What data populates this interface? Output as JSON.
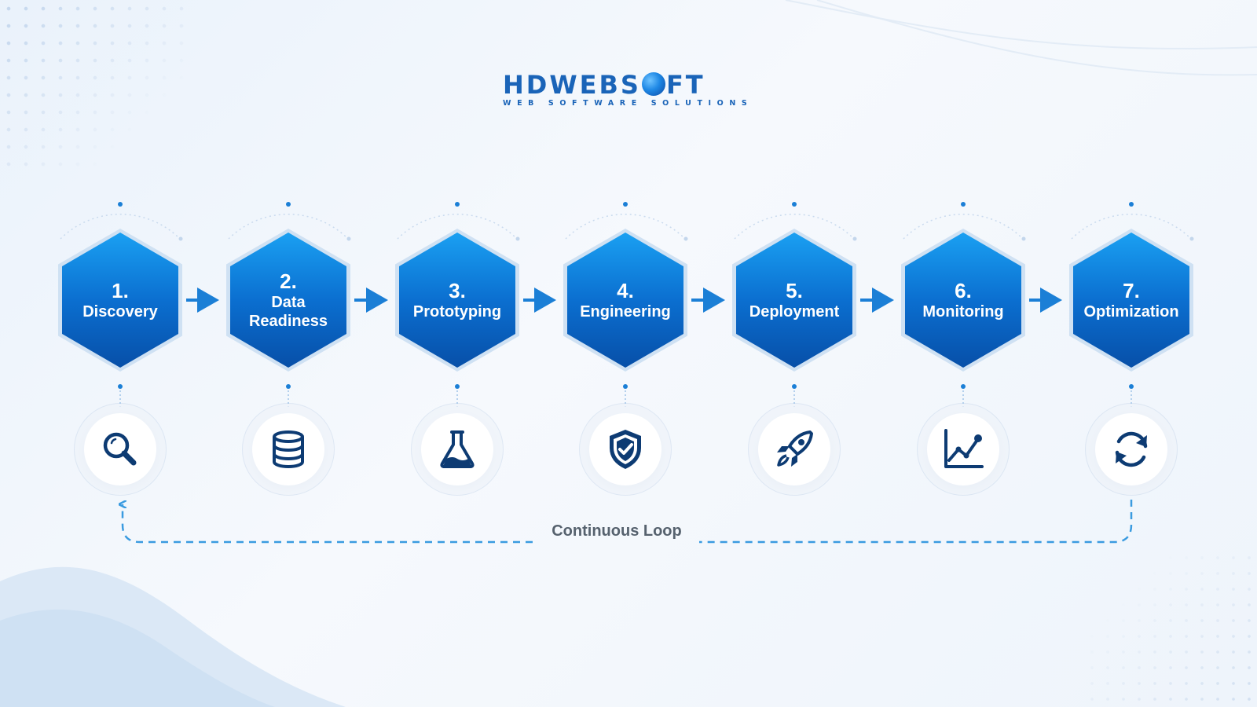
{
  "logo": {
    "brand_before": "HDWEBS",
    "brand_after": "FT",
    "tagline": "WEB SOFTWARE SOLUTIONS"
  },
  "steps": [
    {
      "number": "1.",
      "label": "Discovery",
      "icon": "search-icon"
    },
    {
      "number": "2.",
      "label": "Data Readiness",
      "icon": "database-icon"
    },
    {
      "number": "3.",
      "label": "Prototyping",
      "icon": "flask-icon"
    },
    {
      "number": "4.",
      "label": "Engineering",
      "icon": "shield-check-icon"
    },
    {
      "number": "5.",
      "label": "Deployment",
      "icon": "rocket-icon"
    },
    {
      "number": "6.",
      "label": "Monitoring",
      "icon": "line-chart-icon"
    },
    {
      "number": "7.",
      "label": "Optimization",
      "icon": "refresh-icon"
    }
  ],
  "loop": {
    "label": "Continuous Loop"
  },
  "colors": {
    "hex_top": "#1aa0f2",
    "hex_bottom": "#074fa8",
    "arrow": "#1b7fd6",
    "icon": "#0d3b73",
    "loop_line": "#3a9be0",
    "logo": "#1a64b8"
  }
}
